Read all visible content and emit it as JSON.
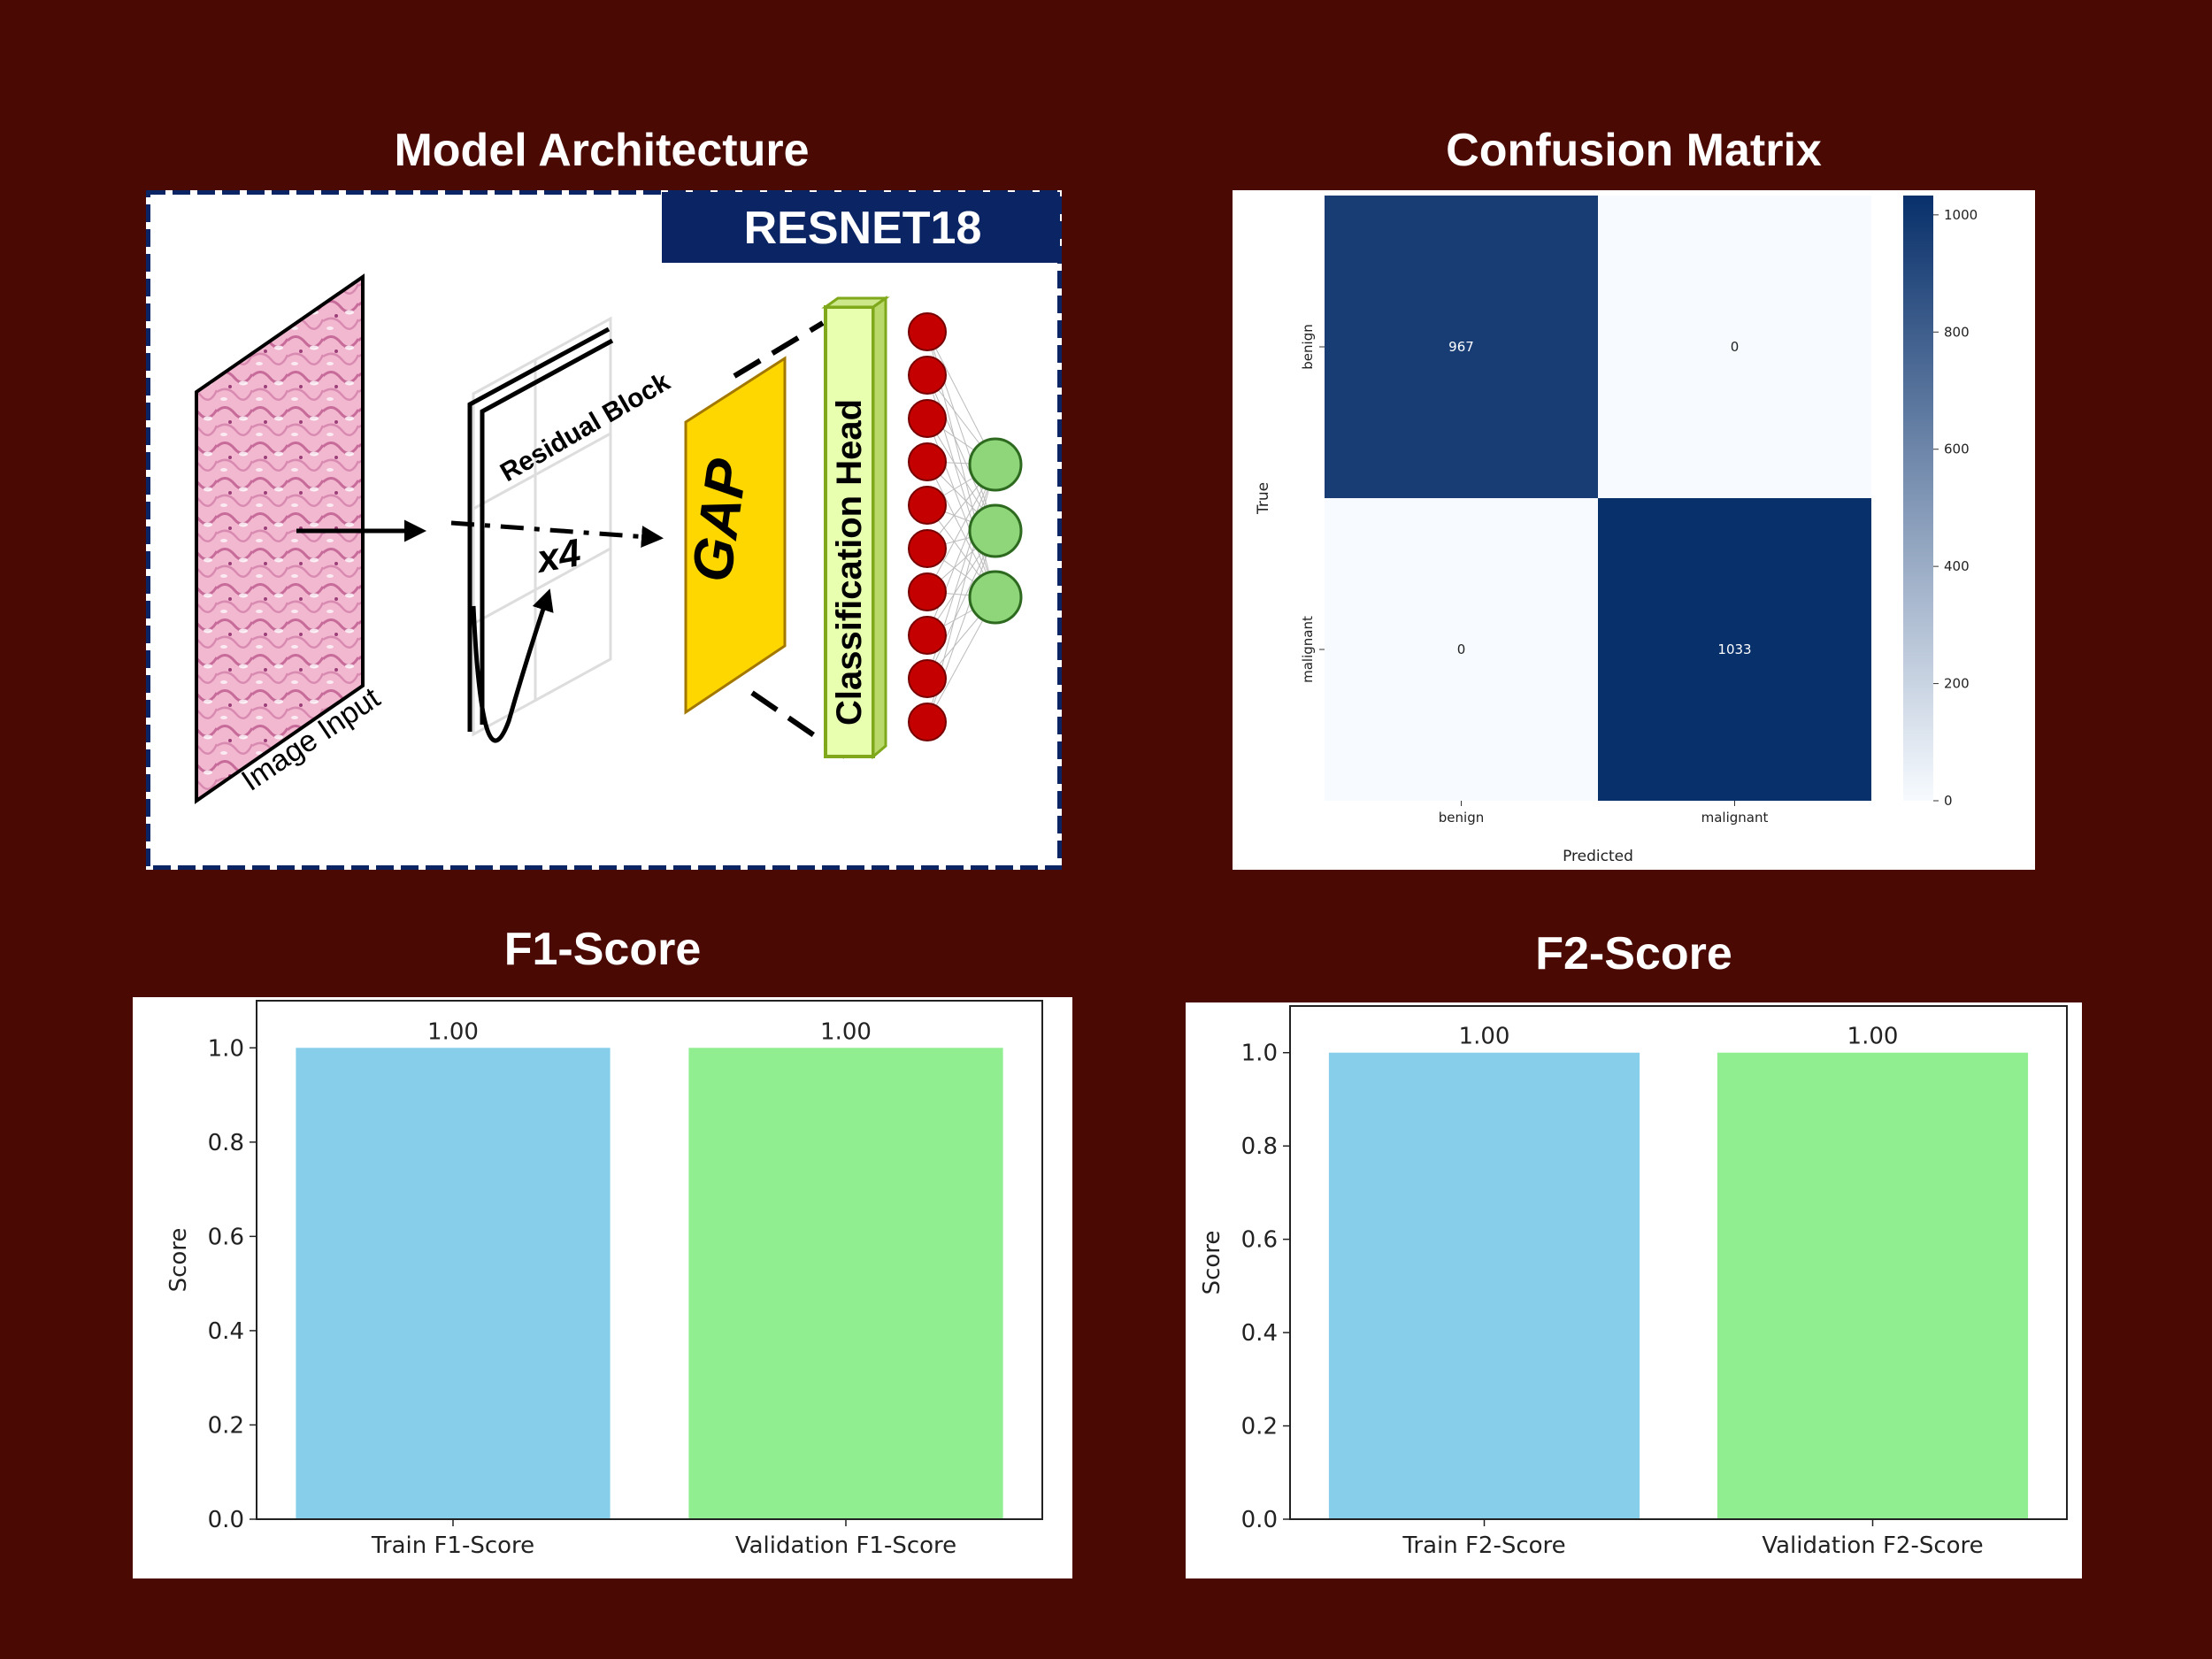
{
  "titles": {
    "architecture": "Model Architecture",
    "confusion": "Confusion Matrix",
    "f1": "F1-Score",
    "f2": "F2-Score"
  },
  "architecture": {
    "banner": "RESNET18",
    "image_input": "Image Input",
    "residual_block": "Residual Block",
    "repeat": "x4",
    "gap": "GAP",
    "classification_head": "Classification Head",
    "colors": {
      "banner": "#0b2463",
      "gap": "#ffd700",
      "head": "#e9ffb0",
      "neuron": "#c40000",
      "output": "#8fd67a"
    }
  },
  "chart_data": [
    {
      "type": "heatmap",
      "row_labels": [
        "benign",
        "malignant"
      ],
      "col_labels": [
        "benign",
        "malignant"
      ],
      "values": [
        [
          967,
          0
        ],
        [
          0,
          1033
        ]
      ],
      "xlabel": "Predicted",
      "ylabel": "True",
      "colorbar_ticks": [
        "0",
        "200",
        "400",
        "600",
        "800",
        "1000"
      ],
      "colorbar_range": [
        0,
        1033
      ],
      "colormap": "Blues"
    },
    {
      "type": "bar",
      "categories": [
        "Train F1-Score",
        "Validation F1-Score"
      ],
      "values": [
        1.0,
        1.0
      ],
      "value_labels": [
        "1.00",
        "1.00"
      ],
      "ylabel": "Score",
      "ylim": [
        0,
        1.1
      ],
      "yticks": [
        "0.0",
        "0.2",
        "0.4",
        "0.6",
        "0.8",
        "1.0"
      ],
      "colors": [
        "#87ceeb",
        "#90ee90"
      ]
    },
    {
      "type": "bar",
      "categories": [
        "Train F2-Score",
        "Validation F2-Score"
      ],
      "values": [
        1.0,
        1.0
      ],
      "value_labels": [
        "1.00",
        "1.00"
      ],
      "ylabel": "Score",
      "ylim": [
        0,
        1.1
      ],
      "yticks": [
        "0.0",
        "0.2",
        "0.4",
        "0.6",
        "0.8",
        "1.0"
      ],
      "colors": [
        "#87ceeb",
        "#90ee90"
      ]
    }
  ]
}
